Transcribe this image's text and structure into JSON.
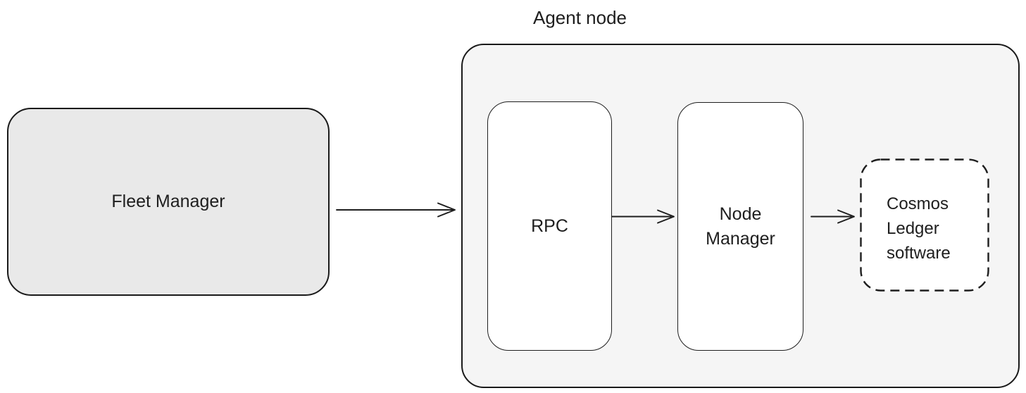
{
  "diagram": {
    "group_title": "Agent node",
    "nodes": {
      "fleet_manager": {
        "label": "Fleet Manager"
      },
      "rpc": {
        "label": "RPC"
      },
      "node_manager": {
        "label": "Node Manager"
      },
      "cosmos_ledger": {
        "label": "Cosmos Ledger software"
      }
    },
    "edges": [
      {
        "from": "Fleet Manager",
        "to": "RPC"
      },
      {
        "from": "RPC",
        "to": "Node Manager"
      },
      {
        "from": "Node Manager",
        "to": "Cosmos Ledger software"
      }
    ],
    "colors": {
      "background": "#ffffff",
      "fleet_manager_fill": "#e9e9e9",
      "agent_group_fill": "#f5f5f5",
      "inner_node_fill": "#ffffff",
      "stroke": "#1e1e1e",
      "text": "#1e1e1e"
    }
  }
}
